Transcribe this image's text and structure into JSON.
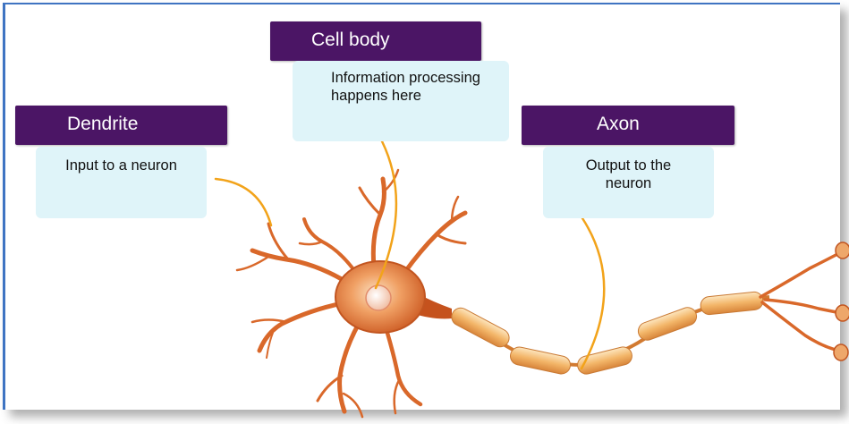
{
  "labels": {
    "dendrite": {
      "title": "Dendrite",
      "description": "Input to a neuron"
    },
    "cell_body": {
      "title": "Cell body",
      "description": "Information processing happens here"
    },
    "axon": {
      "title": "Axon",
      "description": "Output to the neuron"
    }
  },
  "colors": {
    "title_bg": "#4b1565",
    "desc_bg": "#dff4f9",
    "leader_line": "#f2a31a",
    "neuron": "#d9682a",
    "myelin": "#f2b26a",
    "frame_border": "#3f74c2"
  }
}
